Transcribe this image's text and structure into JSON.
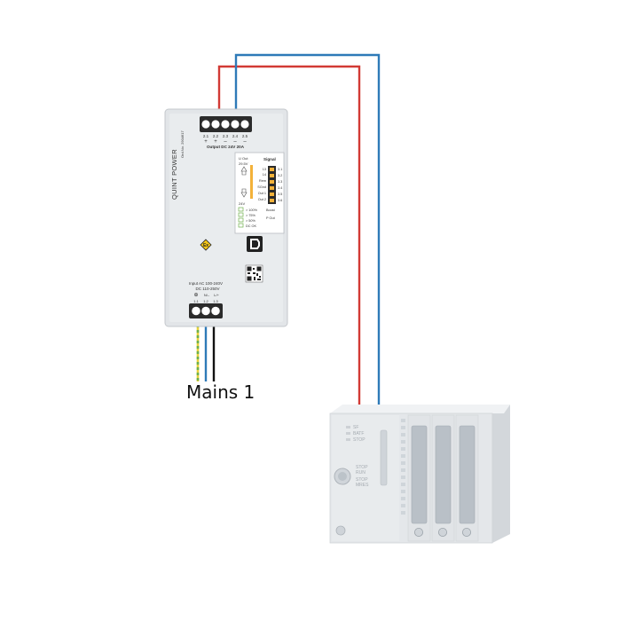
{
  "psu": {
    "brand": "QUINT POWER",
    "order_no": "Ord.No. 2904617",
    "output_terminals": [
      "2.1",
      "2.2",
      "2.3",
      "2.4",
      "2.5"
    ],
    "output_polarity": [
      "+",
      "+",
      "–",
      "–",
      "–"
    ],
    "output_label": "Output DC 24V 20A",
    "signal_header": "Signal",
    "signal_left": [
      "13",
      "14",
      "Rem",
      "SGnd",
      "Out 1",
      "Out 2"
    ],
    "signal_right": [
      "3.1",
      "3.2",
      "3.3",
      "3.4",
      "3.5",
      "3.6"
    ],
    "uout_label": "U Out",
    "uout_value": "29.5V",
    "voltage_24v": "24V",
    "led_labels": [
      "> 100%",
      "> 75%",
      "> 50%",
      "DC OK"
    ],
    "boost_label": "Boost",
    "pout_label": "P Out",
    "input_label_1": "Input AC 100-240V",
    "input_label_2": "DC 110-250V",
    "input_symbols": [
      "⊕",
      "N/–",
      "L/+"
    ],
    "input_terminals": [
      "1.1",
      "1.2",
      "1.3"
    ],
    "ex_mark": "Ex"
  },
  "mains_label": "Mains 1",
  "plc": {
    "status_labels": [
      "SF",
      "BATF",
      "STOP"
    ],
    "mode_labels": [
      "STOP",
      "RUN",
      "MRES"
    ]
  },
  "colors": {
    "wire_red": "#d23a35",
    "wire_blue": "#2e7ab8",
    "wire_black": "#111111",
    "wire_earth": "#e7d13a",
    "housing": "#e2e5e8",
    "terminal": "#2b2b2b"
  }
}
